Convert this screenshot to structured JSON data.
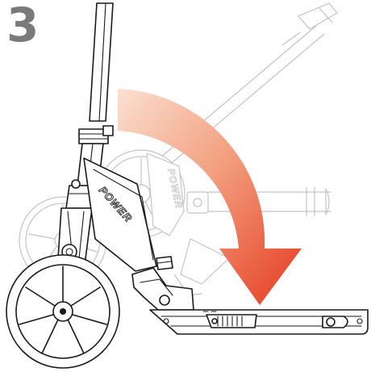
{
  "step": {
    "number": "3"
  },
  "labels": {
    "brand": "POWER",
    "brand_ghost": "POWER"
  },
  "arrow": {
    "direction": "clockwise-fold-down",
    "color_start": "#f9d2bf",
    "color_end": "#e8412a"
  },
  "icons": [
    "scooter-folded-icon",
    "scooter-unfolded-ghost-icon",
    "fold-arrow-icon"
  ]
}
